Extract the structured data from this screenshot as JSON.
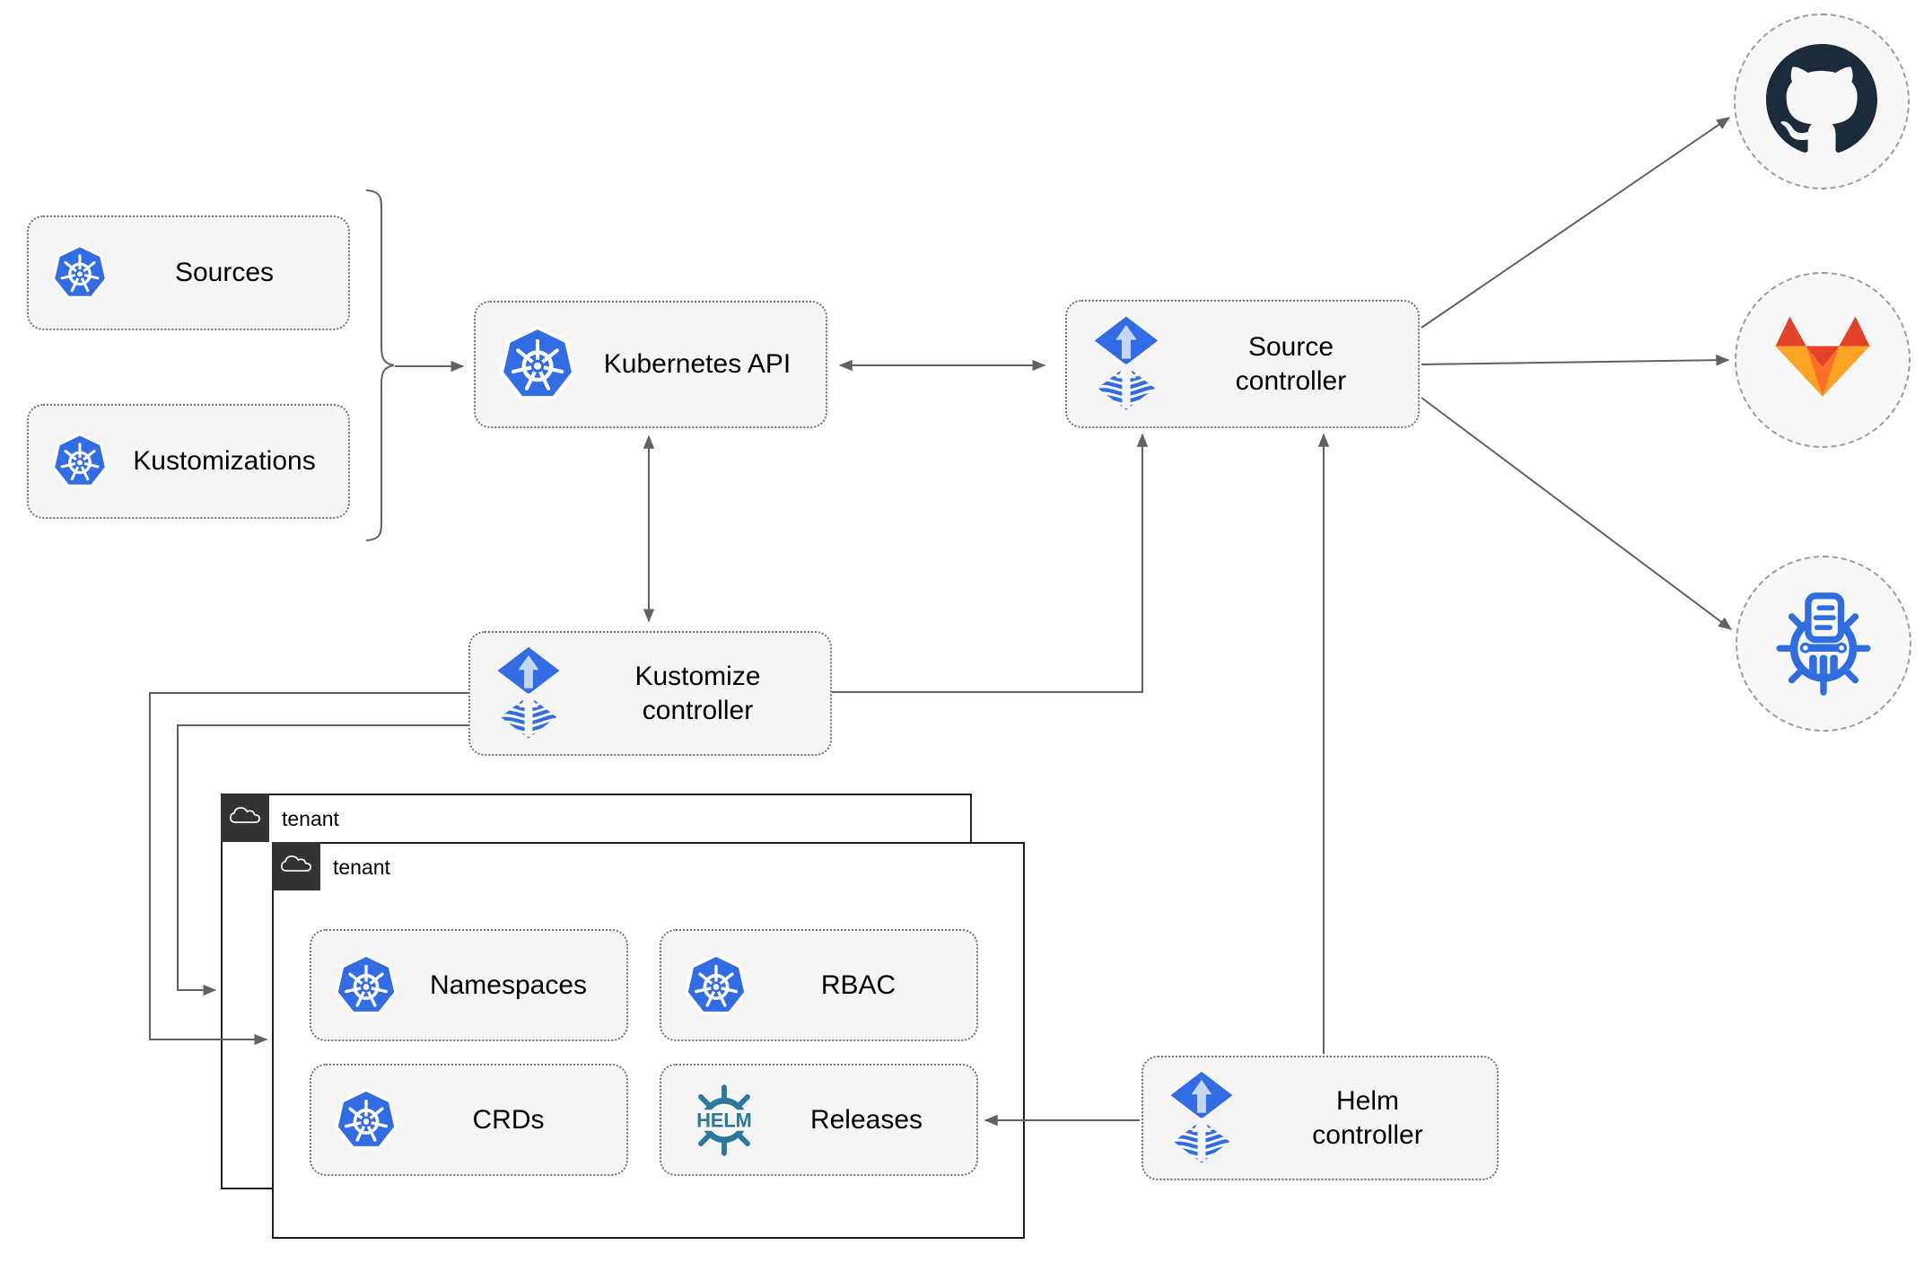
{
  "diagram": {
    "type": "flux-gitops-architecture-diagram"
  },
  "nodes": {
    "sources": {
      "label": "Sources",
      "icon": "kubernetes"
    },
    "kustomizations": {
      "label": "Kustomizations",
      "icon": "kubernetes"
    },
    "kubernetes_api": {
      "label": "Kubernetes API",
      "icon": "kubernetes"
    },
    "source_controller": {
      "label": "Source controller",
      "icon": "flux"
    },
    "kustomize_controller": {
      "label": "Kustomize controller",
      "icon": "flux"
    },
    "helm_controller": {
      "label": "Helm controller",
      "icon": "flux"
    },
    "namespaces": {
      "label": "Namespaces",
      "icon": "kubernetes"
    },
    "rbac": {
      "label": "RBAC",
      "icon": "kubernetes"
    },
    "crds": {
      "label": "CRDs",
      "icon": "kubernetes"
    },
    "releases": {
      "label": "Releases",
      "icon": "helm",
      "logo_text": "HELM"
    }
  },
  "tenants": {
    "back": {
      "label": "tenant",
      "icon": "cloud"
    },
    "front": {
      "label": "tenant",
      "icon": "cloud"
    }
  },
  "endpoints": {
    "github": {
      "icon": "github-logo"
    },
    "gitlab": {
      "icon": "gitlab-logo"
    },
    "chartmuseum": {
      "icon": "chartmuseum-logo"
    }
  },
  "colors": {
    "kubernetes_blue": "#326CE5",
    "flux_blue": "#316CE4",
    "flux_light_blue": "#C3D6F2",
    "helm_teal": "#2A7999",
    "chartmuseum_blue": "#2F6DE0",
    "github_dark": "#1C2B3A",
    "gitlab_orange": "#FC6D26",
    "gitlab_dark_orange": "#E24329",
    "gitlab_light_orange": "#FCA326",
    "connector_gray": "#616161",
    "node_fill": "#F5F5F5",
    "tenant_header_gray": "#333333"
  }
}
